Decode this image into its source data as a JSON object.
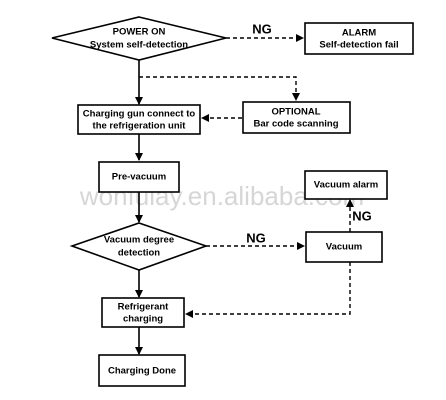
{
  "watermark": "wonfulay.en.alibaba.com",
  "nodes": {
    "power_on": {
      "line1": "POWER ON",
      "line2": "System self-detection"
    },
    "alarm": {
      "line1": "ALARM",
      "line2": "Self-detection fail"
    },
    "charging_gun": {
      "line1": "Charging gun connect to",
      "line2": "the refrigeration unit"
    },
    "optional": {
      "line1": "OPTIONAL",
      "line2": "Bar code scanning"
    },
    "pre_vacuum": {
      "label": "Pre-vacuum"
    },
    "vacuum_alarm": {
      "label": "Vacuum alarm"
    },
    "vacuum_degree": {
      "line1": "Vacuum degree",
      "line2": "detection"
    },
    "vacuum": {
      "label": "Vacuum"
    },
    "refrigerant": {
      "line1": "Refrigerant",
      "line2": "charging"
    },
    "charging_done": {
      "label": "Charging Done"
    }
  },
  "edge_labels": {
    "ng_alarm": "NG",
    "ng_vacuum_alarm": "NG",
    "ng_vacuum": "NG"
  }
}
